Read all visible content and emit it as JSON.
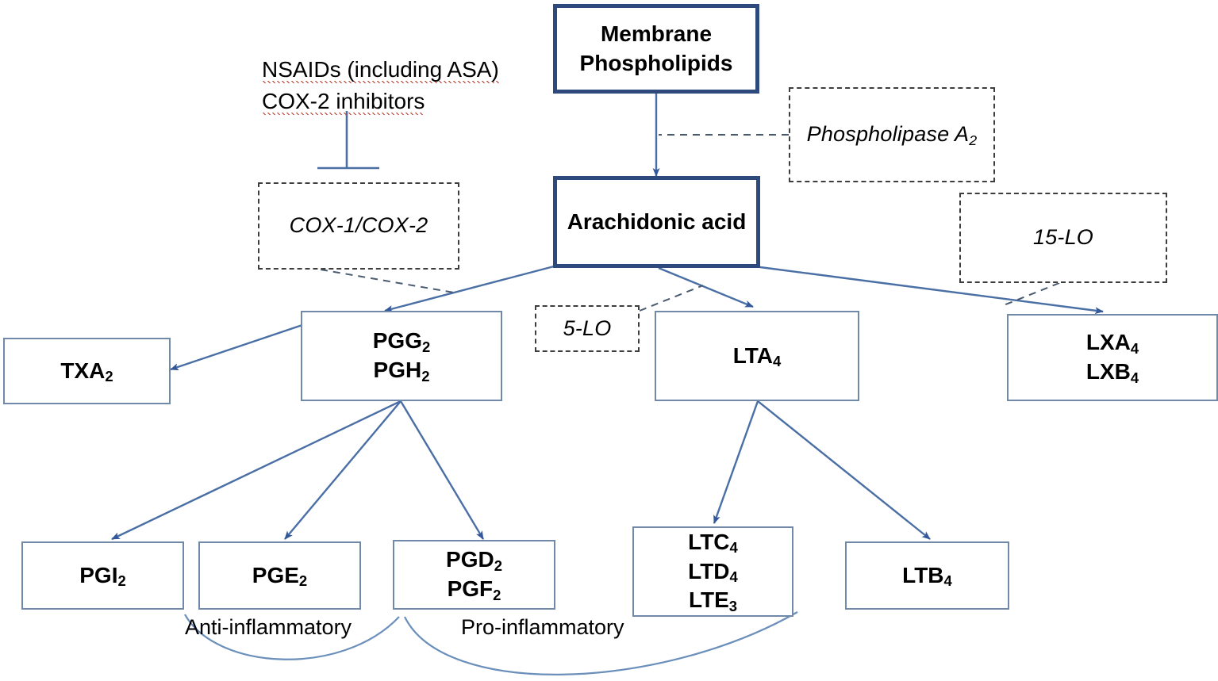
{
  "diagram": {
    "title": "Arachidonic acid cascade pathway",
    "colors": {
      "substrate_border": "#2e4a7d",
      "product_border": "#7089a8",
      "enzyme_border": "#3d3d3d",
      "arrow": "#4a6fa5",
      "text": "#000000",
      "spellcheck_underline": "#c0392b",
      "background": "#ffffff"
    },
    "substrates": [
      {
        "id": "membrane-phospholipids",
        "lines": [
          "Membrane",
          "Phospholipids"
        ],
        "style": "solid-thick"
      },
      {
        "id": "arachidonic-acid",
        "lines": [
          "Arachidonic acid"
        ],
        "style": "solid-thick"
      }
    ],
    "enzymes": [
      {
        "id": "phospholipase-a2",
        "label": "Phospholipase A",
        "sub": "2",
        "style": "dashed"
      },
      {
        "id": "cox-1-cox-2",
        "label": "COX-1/COX-2",
        "sub": "",
        "style": "dashed"
      },
      {
        "id": "5-lo",
        "label": "5-LO",
        "sub": "",
        "style": "dashed"
      },
      {
        "id": "15-lo",
        "label": "15-LO",
        "sub": "",
        "style": "dashed"
      }
    ],
    "products": [
      {
        "id": "txa2",
        "lines": [
          {
            "text": "TXA",
            "sub": "2"
          }
        ]
      },
      {
        "id": "pgg2-pgh2",
        "lines": [
          {
            "text": "PGG",
            "sub": "2"
          },
          {
            "text": "PGH",
            "sub": "2"
          }
        ]
      },
      {
        "id": "lta4",
        "lines": [
          {
            "text": "LTA",
            "sub": "4"
          }
        ]
      },
      {
        "id": "lxa4-lxb4",
        "lines": [
          {
            "text": "LXA",
            "sub": "4"
          },
          {
            "text": "LXB",
            "sub": "4"
          }
        ]
      },
      {
        "id": "pgi2",
        "lines": [
          {
            "text": "PGI",
            "sub": "2"
          }
        ]
      },
      {
        "id": "pge2",
        "lines": [
          {
            "text": "PGE",
            "sub": "2"
          }
        ]
      },
      {
        "id": "pgd2-pgf2",
        "lines": [
          {
            "text": "PGD",
            "sub": "2"
          },
          {
            "text": "PGF",
            "sub": "2"
          }
        ]
      },
      {
        "id": "ltc4-ltd4-lte3",
        "lines": [
          {
            "text": "LTC",
            "sub": "4"
          },
          {
            "text": "LTD",
            "sub": "4"
          },
          {
            "text": "LTE",
            "sub": "3"
          }
        ]
      },
      {
        "id": "ltb4",
        "lines": [
          {
            "text": "LTB",
            "sub": "4"
          }
        ]
      }
    ],
    "inhibitors": {
      "id": "nsaids-block",
      "line1": "NSAIDs (including ASA)",
      "line2": "COX-2 inhibitors",
      "target": "cox-1-cox-2",
      "marker": "inhibition-tbar"
    },
    "brace_labels": [
      {
        "id": "anti-inflammatory",
        "text": "Anti-inflammatory"
      },
      {
        "id": "pro-inflammatory",
        "text": "Pro-inflammatory"
      }
    ],
    "node_text": {
      "membrane_line1": "Membrane",
      "membrane_line2": "Phospholipids",
      "arachidonic": "Arachidonic acid",
      "phospholipase": "Phospholipase A",
      "phospholipase_sub": "2",
      "cox": "COX-1/COX-2",
      "lo5": "5-LO",
      "lo15": "15-LO",
      "txa": "TXA",
      "txa_sub": "2",
      "pgg": "PGG",
      "pgg_sub": "2",
      "pgh": "PGH",
      "pgh_sub": "2",
      "lta": "LTA",
      "lta_sub": "4",
      "lxa": "LXA",
      "lxa_sub": "4",
      "lxb": "LXB",
      "lxb_sub": "4",
      "pgi": "PGI",
      "pgi_sub": "2",
      "pge": "PGE",
      "pge_sub": "2",
      "pgd": "PGD",
      "pgd_sub": "2",
      "pgf": "PGF",
      "pgf_sub": "2",
      "ltc": "LTC",
      "ltc_sub": "4",
      "ltd": "LTD",
      "ltd_sub": "4",
      "lte": "LTE",
      "lte_sub": "3",
      "ltb": "LTB",
      "ltb_sub": "4",
      "nsaids_l1": "NSAIDs (including ASA)",
      "nsaids_l2": "COX-2 inhibitors",
      "anti_inflammatory": "Anti-inflammatory",
      "pro_inflammatory": "Pro-inflammatory"
    }
  }
}
